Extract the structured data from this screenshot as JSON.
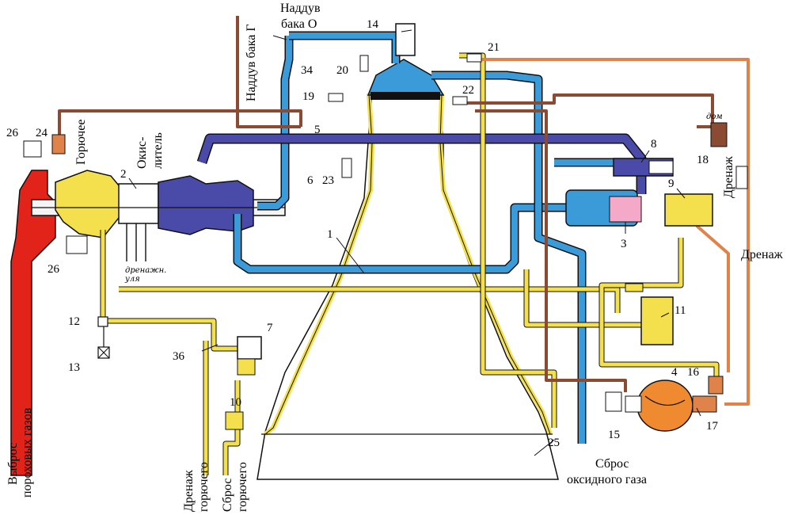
{
  "colors": {
    "fuel_yellow": "#f4e04d",
    "oxidizer_light_blue": "#3b9ad8",
    "oxidizer_dark_blue": "#4a4aa8",
    "powder_gas_red": "#e2231a",
    "control_brown": "#8a4b32",
    "pressurization_orange": "#e0834a",
    "gas_generator_orange": "#f08a30",
    "chamber_pink": "#f4a9c8",
    "outline": "#111111"
  },
  "labels": {
    "nadduv_g": "Наддув бака Г",
    "nadduv_o_1": "Наддув",
    "nadduv_o_2": "бака О",
    "goryuchee": "Горючее",
    "okislitel_1": "Окис-",
    "okislitel_2": "литель",
    "vybros_1": "Выброс",
    "vybros_2": "пороховых газов",
    "drenazh_right": "Дренаж",
    "drenazh_vertical": "Дренаж",
    "drenazh_g_1": "Дренаж",
    "drenazh_g_2": "горючего",
    "sbros_g_1": "Сброс",
    "sbros_g_2": "горючего",
    "sbros_ox_1": "Сброс",
    "sbros_ox_2": "оксидного газа",
    "handwritten_drain": "дренажн.",
    "handwritten_drain_2": "уля",
    "handwritten_small": "дом"
  },
  "callouts": {
    "n1": "1",
    "n2": "2",
    "n3": "3",
    "n4": "4",
    "n5": "5",
    "n6": "6",
    "n7": "7",
    "n8": "8",
    "n9": "9",
    "n10": "10",
    "n11": "11",
    "n12": "12",
    "n13": "13",
    "n14": "14",
    "n15": "15",
    "n16": "16",
    "n17": "17",
    "n18": "18",
    "n19": "19",
    "n20": "20",
    "n21": "21",
    "n22": "22",
    "n23": "23",
    "n24": "24",
    "n25": "25",
    "n26a": "26",
    "n26b": "26",
    "n34": "34",
    "n36": "36"
  }
}
